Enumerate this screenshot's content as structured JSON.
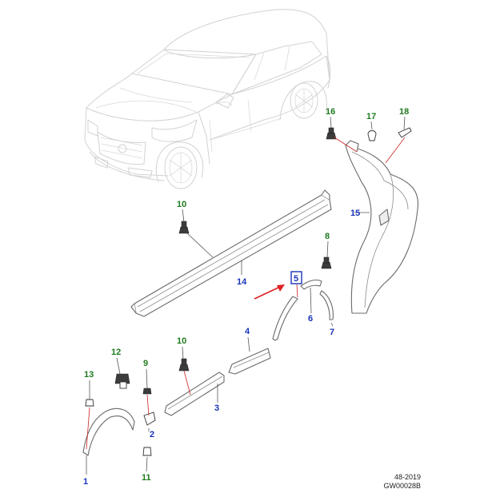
{
  "callouts": {
    "c1": "1",
    "c2": "2",
    "c3": "3",
    "c4": "4",
    "c5": "5",
    "c6": "6",
    "c7": "7",
    "c8": "8",
    "c9": "9",
    "c10a": "10",
    "c10b": "10",
    "c11": "11",
    "c12": "12",
    "c13": "13",
    "c14": "14",
    "c15": "15",
    "c16": "16",
    "c17": "17",
    "c18": "18"
  },
  "colors": {
    "callout_blue": "#1a33b8",
    "callout_green": "#1f7a1f",
    "arrow": "#e02020"
  },
  "footer": {
    "date_code": "48-2019",
    "drawing_code": "GW00028B"
  }
}
